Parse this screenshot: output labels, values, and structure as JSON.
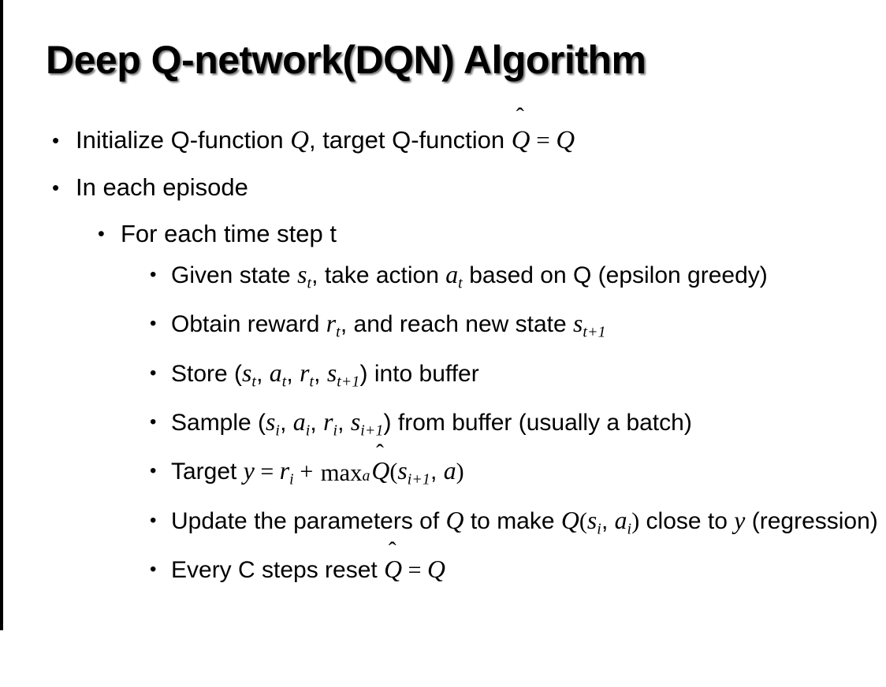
{
  "slide": {
    "title": "Deep Q-network(DQN) Algorithm",
    "bullet_glyph": "•",
    "background_color": "#ffffff",
    "text_color": "#000000",
    "edge_bar_color": "#000000"
  },
  "content": {
    "l1_initialize": {
      "level": 1,
      "prefix": "Initialize Q-function ",
      "var_q": "Q",
      "mid": ", target Q-function ",
      "hat_q": "Q",
      "equals": " = ",
      "var_q2": "Q",
      "plain": "Initialize Q-function Q, target Q-function Q̂ = Q"
    },
    "l1_episode": {
      "level": 1,
      "text": "In each episode"
    },
    "l2_timestep": {
      "level": 2,
      "text": "For each time step t"
    },
    "l3_given_state": {
      "level": 3,
      "part1": "Given state ",
      "s": "s",
      "s_sub": "t",
      "part2": ", take action ",
      "a": "a",
      "a_sub": "t",
      "part3": " based on Q (epsilon greedy)",
      "plain": "Given state sₜ, take action aₜ based on Q (epsilon greedy)"
    },
    "l3_obtain_reward": {
      "level": 3,
      "part1": "Obtain reward ",
      "r": "r",
      "r_sub": "t",
      "part2": ", and reach new state ",
      "s": "s",
      "s_sub": "t+1",
      "plain": "Obtain reward rₜ, and reach new state sₜ₊₁"
    },
    "l3_store": {
      "level": 3,
      "part1": "Store (",
      "s": "s",
      "s_sub": "t",
      "sep1": ", ",
      "a": "a",
      "a_sub": "t",
      "sep2": ", ",
      "r": "r",
      "r_sub": "t",
      "sep3": ", ",
      "s2": "s",
      "s2_sub": "t+1",
      "part2": ") into buffer",
      "plain": "Store (sₜ, aₜ, rₜ, sₜ₊₁) into buffer"
    },
    "l3_sample": {
      "level": 3,
      "part1": "Sample (",
      "s": "s",
      "s_sub": "i",
      "sep1": ", ",
      "a": "a",
      "a_sub": "i",
      "sep2": ", ",
      "r": "r",
      "r_sub": "i",
      "sep3": ", ",
      "s2": "s",
      "s2_sub": "i+1",
      "part2": ") from buffer (usually a batch)",
      "plain": "Sample (sᵢ, aᵢ, rᵢ, sᵢ₊₁) from buffer (usually a batch)"
    },
    "l3_target": {
      "level": 3,
      "part1": "Target ",
      "y": "y",
      "eq": " = ",
      "r": "r",
      "r_sub": "i",
      "plus": " + ",
      "max_op": "max",
      "max_under": "a",
      "hat_q": "Q",
      "open": "(",
      "s": "s",
      "s_sub": "i+1",
      "sep": ", ",
      "a": "a",
      "close": ")",
      "plain": "Target y = rᵢ + maxₐ Q̂(sᵢ₊₁, a)"
    },
    "l3_update": {
      "level": 3,
      "part1": "Update the parameters of ",
      "q1": "Q",
      "part2": " to make ",
      "q2": "Q",
      "open": "(",
      "s": "s",
      "s_sub": "i",
      "sep": ", ",
      "a": "a",
      "a_sub": "i",
      "close": ")",
      "part3": " close to ",
      "y": "y",
      "part4": " (regression)",
      "plain": "Update the parameters of Q to make Q(sᵢ, aᵢ) close to y (regression)"
    },
    "l3_reset": {
      "level": 3,
      "part1": "Every C steps reset ",
      "hat_q": "Q",
      "eq": " = ",
      "q": "Q",
      "plain": "Every C steps reset Q̂ = Q"
    }
  }
}
